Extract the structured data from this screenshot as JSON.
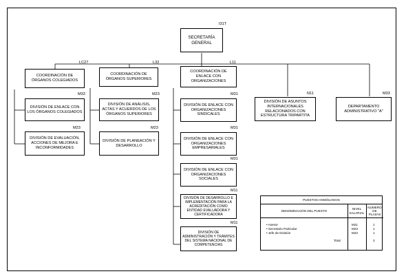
{
  "chart": {
    "root": {
      "code": "I31T",
      "label": "SECRETARÍA GENERAL"
    },
    "level1": [
      {
        "code": "LC27",
        "label": "COORDINACIÓN DE ÓRGANOS COLEGIADOS"
      },
      {
        "code": "L32",
        "label": "COORDINACIÓN DE ÓRGANOS SUPERIORES"
      },
      {
        "code": "L11",
        "label": "COORDINACIÓN DE ENLACE CON ORGANIZACIONES"
      },
      {
        "code": "N11",
        "label": "DIVISIÓN DE ASUNTOS INTERNACIONALES RELACIONADOS CON ESTRUCTURA TRIPARTITA"
      },
      {
        "code": "M33",
        "label": "DEPARTAMENTO ADMINISTRATIVO \"A\""
      }
    ],
    "colegiados": [
      {
        "code": "M33",
        "label": "DIVISIÓN DE ENLACE CON LOS ÓRGANOS COLEGIADOS"
      },
      {
        "code": "M23",
        "label": "DIVISIÓN DE EVALUACIÓN, ACCIONES DE MEJORA E INCONFORMIDADES"
      }
    ],
    "superiores": [
      {
        "code": "M23",
        "label": "DIVISIÓN DE ANÁLISIS, ACTAS Y ACUERDOS DE LOS ÓRGANOS SUPERIORES"
      },
      {
        "code": "M23",
        "label": "DIVISIÓN DE PLANEACIÓN Y DESARROLLO"
      }
    ],
    "enlace": [
      {
        "code": "M31",
        "label": "DIVISIÓN DE ENLACE CON ORGANIZACIONES SINDICALES"
      },
      {
        "code": "M31",
        "label": "DIVISIÓN DE ENLACE CON ORGANIZACIONES EMPRESARIALES"
      },
      {
        "code": "M31",
        "label": "DIVISIÓN DE ENLACE CON ORGANIZACIONES SOCIALES"
      },
      {
        "code": "M11",
        "label": "DIVISIÓN DE DESARROLLO E IMPLEMENTACIÓN PARA LA ACREDITACIÓN COMO ENTIDAD EVALUADORA Y CERTIFICADORA"
      },
      {
        "code": "M11",
        "label": "DIVISIÓN DE ADMINISTRACIÓN Y TRÁMITES DEL SISTEMA NACIONAL DE COMPETENCIAS"
      }
    ]
  },
  "table": {
    "title": "PUESTOS HOMÓLOGOS",
    "headers": {
      "denominacion": "DENOMINACIÓN DEL PUESTO",
      "nivel": "NIVEL SALARIAL",
      "numero": "NÚMERO DE PLAZAS"
    },
    "rows": [
      {
        "puesto": "• Asesor",
        "nivel": "M21",
        "plazas": "1"
      },
      {
        "puesto": "• Secretario Particular",
        "nivel": "M23",
        "plazas": "1"
      },
      {
        "puesto": "• Jefe de División",
        "nivel": "M23",
        "plazas": "1"
      }
    ],
    "total_label": "Total",
    "total_value": "3"
  }
}
